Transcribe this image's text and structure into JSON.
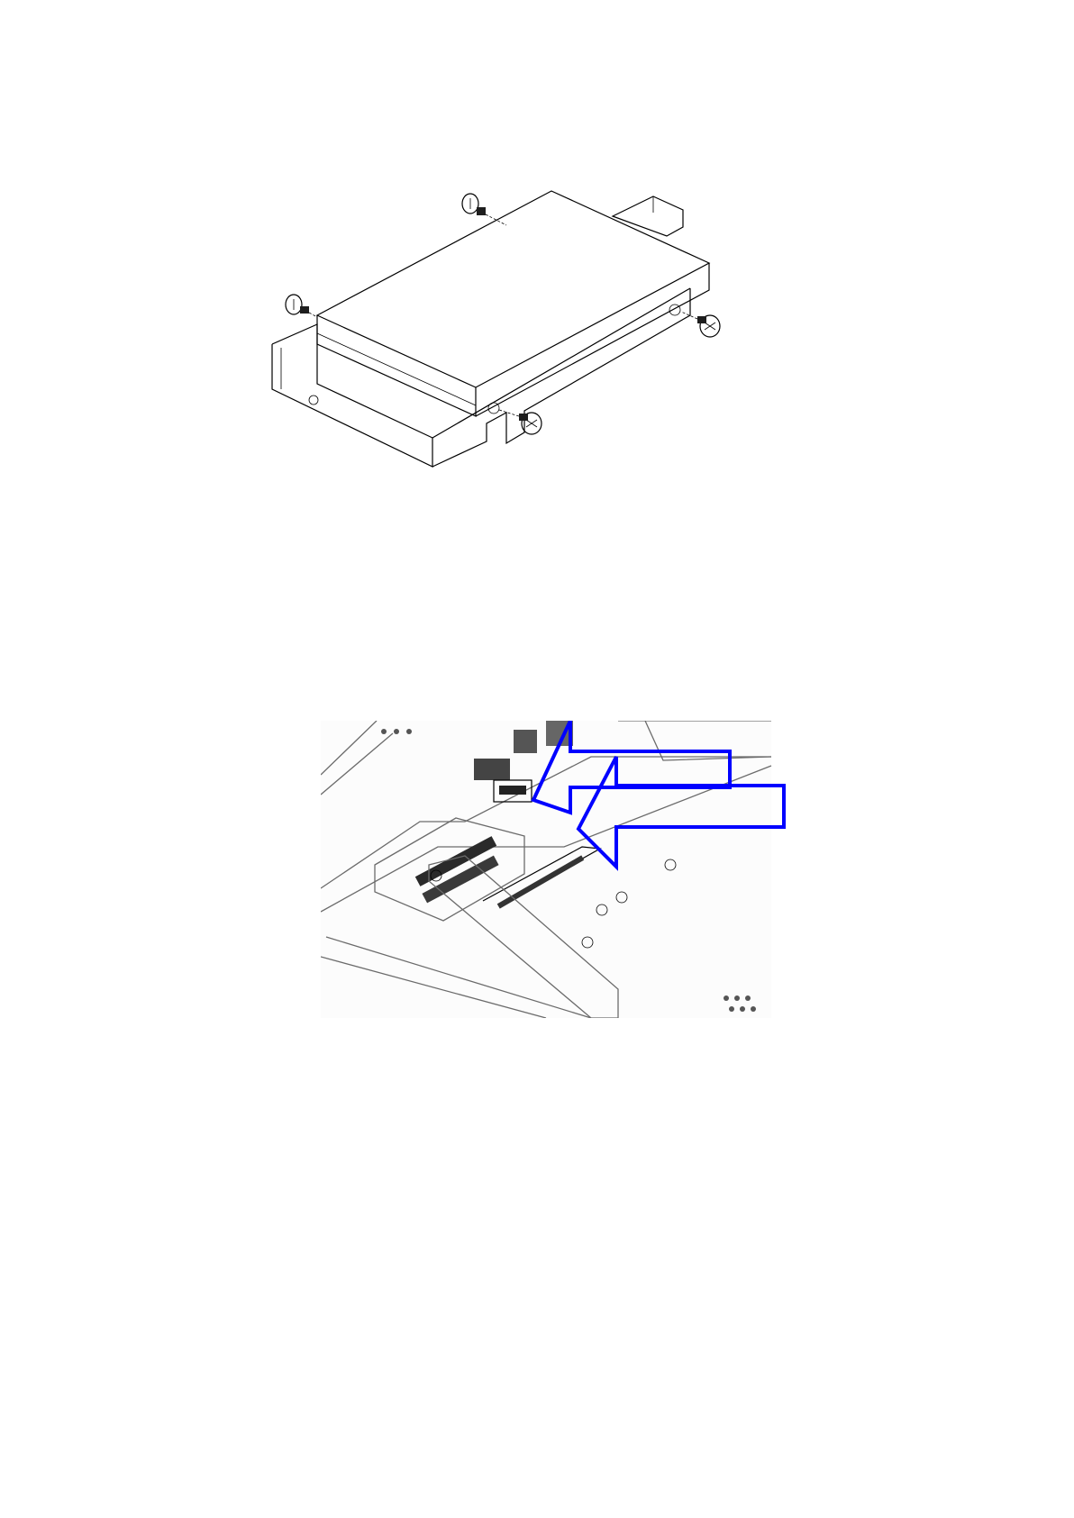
{
  "figures": [
    {
      "name": "hdd-bracket-screws-illustration",
      "parts": [
        "hard-drive",
        "mounting-bracket",
        "screw",
        "screw",
        "screw",
        "screw"
      ]
    },
    {
      "name": "drive-connectors-photo",
      "parts": [
        "sata-connector",
        "mini-card-slot"
      ],
      "arrow_color": "#0000ff"
    }
  ]
}
